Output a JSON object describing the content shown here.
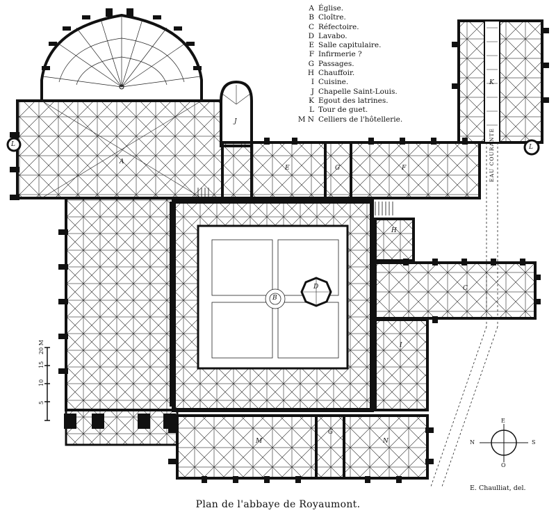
{
  "legend": [
    {
      "key": "A",
      "label": "Église."
    },
    {
      "key": "B",
      "label": "Cloître."
    },
    {
      "key": "C",
      "label": "Réfectoire."
    },
    {
      "key": "D",
      "label": "Lavabo."
    },
    {
      "key": "E",
      "label": "Salle capitulaire."
    },
    {
      "key": "F",
      "label": "Infirmerie ?"
    },
    {
      "key": "G",
      "label": "Passages."
    },
    {
      "key": "H",
      "label": "Chauffoir."
    },
    {
      "key": "I",
      "label": "Cuisine."
    },
    {
      "key": "J",
      "label": "Chapelle Saint-Louis."
    },
    {
      "key": "K",
      "label": "Egout des latrines."
    },
    {
      "key": "L",
      "label": "Tour de guet."
    },
    {
      "key": "M N",
      "label": "Celliers de l'hôtellerie."
    }
  ],
  "caption": "Plan de l'abbaye de Royaumont.",
  "credit": "E. Chaulliat, del.",
  "scale": {
    "labels": [
      "20 M",
      "15",
      "10",
      "5"
    ]
  },
  "compass": {
    "north": "N",
    "south": "S",
    "east": "E",
    "west": "O"
  },
  "stream_label": "EAU COURANTE",
  "room_labels": {
    "A": "A",
    "B": "B",
    "C": "C",
    "D": "D",
    "E": "E",
    "F": "F",
    "G1": "G",
    "G2": "G",
    "H": "H",
    "I": "I",
    "J": "J",
    "K": "K",
    "L1": "L",
    "L2": "L",
    "M": "M",
    "N": "N"
  }
}
